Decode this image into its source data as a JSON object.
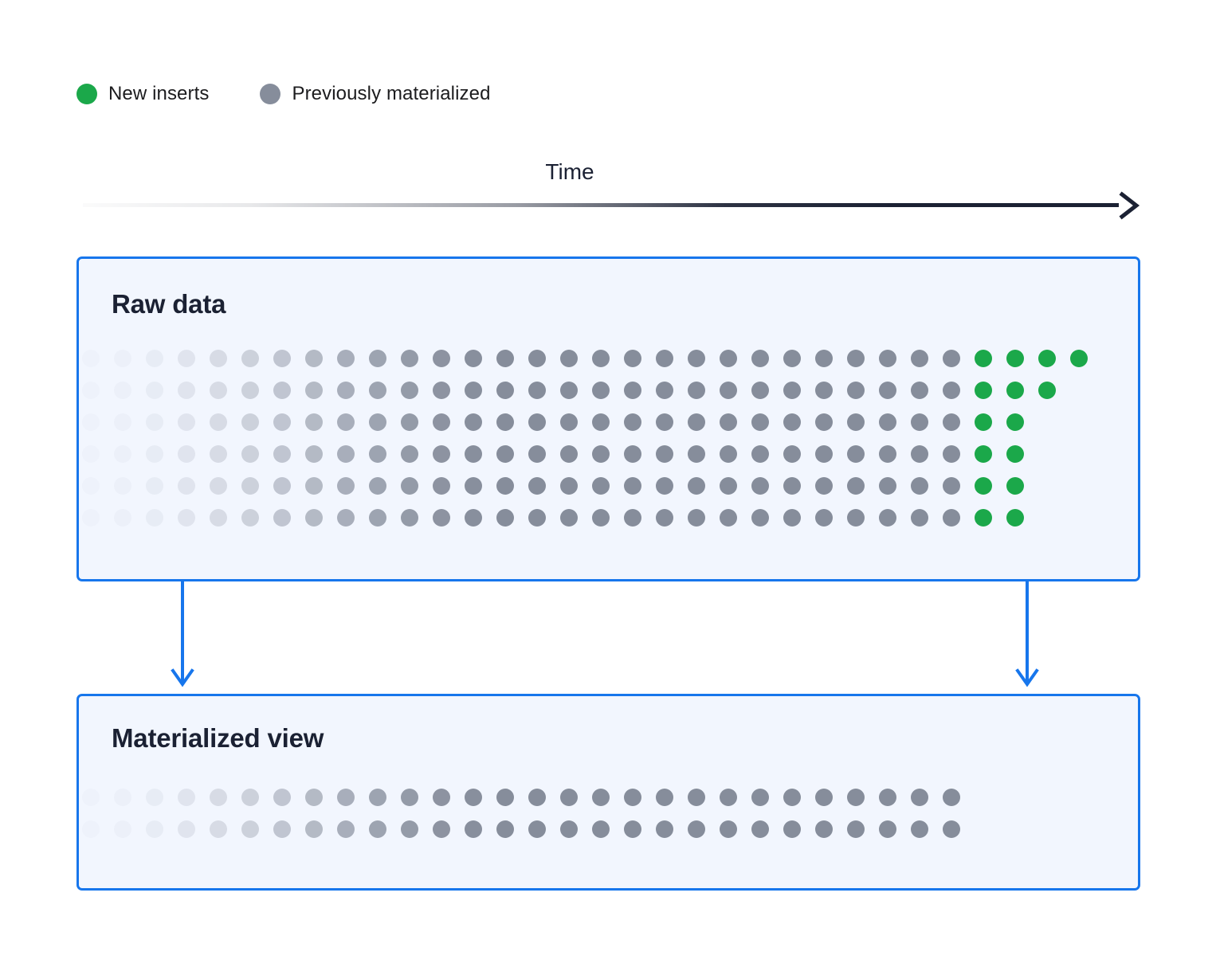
{
  "legend": {
    "items": [
      {
        "label": "New inserts",
        "color": "#1ba84a",
        "icon": "green-dot-icon"
      },
      {
        "label": "Previously materialized",
        "color": "#868d9b",
        "icon": "gray-dot-icon"
      }
    ]
  },
  "axis": {
    "label": "Time",
    "direction": "left-to-right",
    "line_color": "#1b2133",
    "arrow_icon": "arrow-right-icon"
  },
  "panels": [
    {
      "id": "raw",
      "title": "Raw data"
    },
    {
      "id": "materialized_view",
      "title": "Materialized view"
    }
  ],
  "flow": {
    "arrow_color": "#1776ec",
    "arrows": [
      {
        "name": "raw-to-mv-left-arrow",
        "icon": "arrow-down-icon"
      },
      {
        "name": "raw-to-mv-right-arrow",
        "icon": "arrow-down-icon"
      }
    ]
  },
  "chart_data": {
    "type": "scatter",
    "title": "Raw data and materialized view over time",
    "xlabel": "Time",
    "ylabel": "",
    "grid": false,
    "legend": [
      "New inserts",
      "Previously materialized"
    ],
    "colors": {
      "new_inserts": "#1ba84a",
      "previously_materialized": "#868d9b",
      "panel_border": "#1776ec",
      "panel_fill": "#f2f6fe",
      "title_text": "#1b2133",
      "background": "#ffffff"
    },
    "dot_geometry": {
      "radius": 11,
      "column_pitch": 40,
      "row_pitch": 40,
      "fade_start_column": 0,
      "fade_end_column": 13,
      "fade_from_color": "#eef2fb",
      "fade_to_color": "#868d9b"
    },
    "panels": [
      {
        "name": "Raw data",
        "rows": 6,
        "columns": 32,
        "row_data": [
          {
            "row": 1,
            "gray_columns": 28,
            "green_columns": 4,
            "total": 32
          },
          {
            "row": 2,
            "gray_columns": 28,
            "green_columns": 3,
            "total": 31
          },
          {
            "row": 3,
            "gray_columns": 28,
            "green_columns": 2,
            "total": 30
          },
          {
            "row": 4,
            "gray_columns": 28,
            "green_columns": 2,
            "total": 30
          },
          {
            "row": 5,
            "gray_columns": 28,
            "green_columns": 2,
            "total": 30
          },
          {
            "row": 6,
            "gray_columns": 28,
            "green_columns": 2,
            "total": 30
          }
        ],
        "total_gray_dots": 168,
        "total_green_dots": 15
      },
      {
        "name": "Materialized view",
        "rows": 2,
        "columns": 28,
        "row_data": [
          {
            "row": 1,
            "gray_columns": 28,
            "green_columns": 0,
            "total": 28
          },
          {
            "row": 2,
            "gray_columns": 28,
            "green_columns": 0,
            "total": 28
          }
        ],
        "total_gray_dots": 56,
        "total_green_dots": 0
      }
    ]
  }
}
